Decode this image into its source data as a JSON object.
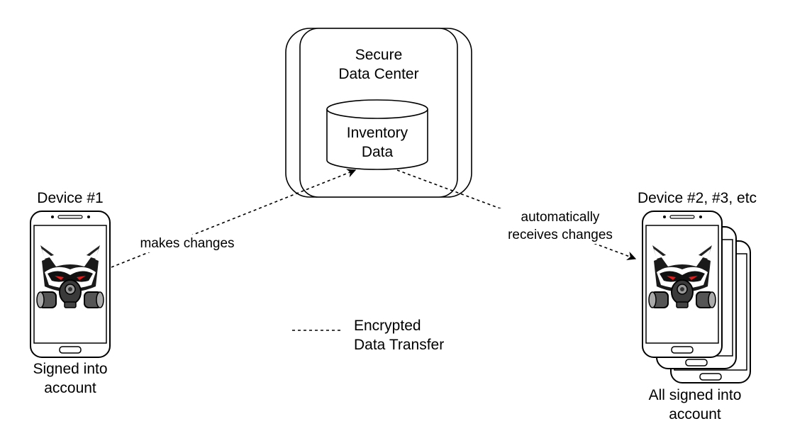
{
  "data_center": {
    "line1": "Secure",
    "line2": "Data Center"
  },
  "database": {
    "line1": "Inventory",
    "line2": "Data"
  },
  "device1": {
    "title": "Device #1",
    "caption_line1": "Signed into",
    "caption_line2": "account"
  },
  "device2": {
    "title": "Device #2, #3, etc",
    "caption_line1": "All signed into",
    "caption_line2": "account"
  },
  "edges": {
    "makes_changes": "makes changes",
    "auto_line1": "automatically",
    "auto_line2": "receives changes"
  },
  "legend": {
    "line1": "Encrypted",
    "line2": "Data Transfer"
  },
  "icons": {
    "phone": "smartphone-icon",
    "mascot": "gas-mask-raccoon-icon"
  }
}
